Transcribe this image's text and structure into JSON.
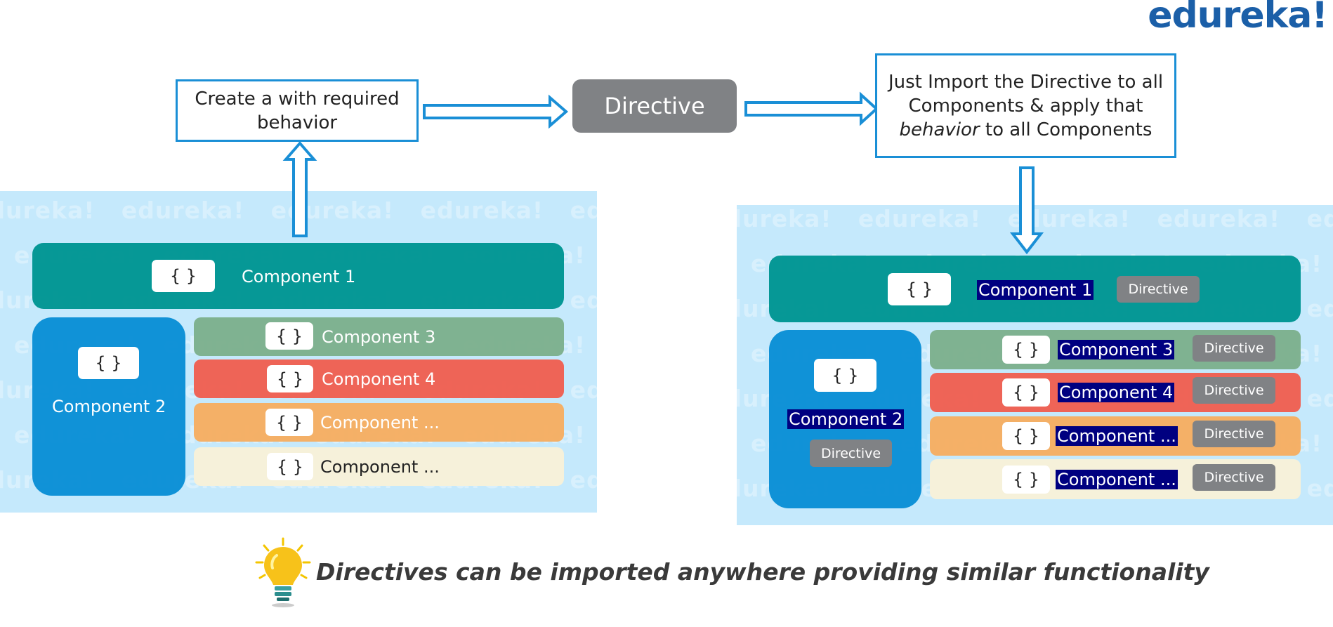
{
  "logo": "edureka!",
  "flow": {
    "step1": [
      "Create a with required",
      "behavior"
    ],
    "directive": "Directive",
    "step3": [
      "Just Import the Directive to all",
      "Components & apply that"
    ],
    "step3_italic": "behavior",
    "step3_tail": " to all Components"
  },
  "watermark": "edureka!",
  "brace": "{ }",
  "left": {
    "c1": "Component 1",
    "c2": "Component 2",
    "c3": "Component 3",
    "c4": "Component 4",
    "c5": "Component ...",
    "c6": "Component ..."
  },
  "right": {
    "c1": "Component 1",
    "c2": "Component 2",
    "c3": "Component 3",
    "c4": "Component 4",
    "c5": "Component ...",
    "c6": "Component ...",
    "chip": "Directive"
  },
  "caption": "Directives can be imported anywhere providing similar functionality",
  "colors": {
    "teal": "#009593",
    "blue": "#0a8ed6",
    "green": "#7db08d",
    "red": "#f05f52",
    "orange": "#f6ad62",
    "cream": "#f6f1da",
    "panel": "#c5e9fc",
    "arrow": "#1a8fd6"
  },
  "icons": [
    "lightbulb-icon",
    "right-arrow-icon",
    "up-arrow-icon",
    "down-arrow-icon"
  ]
}
